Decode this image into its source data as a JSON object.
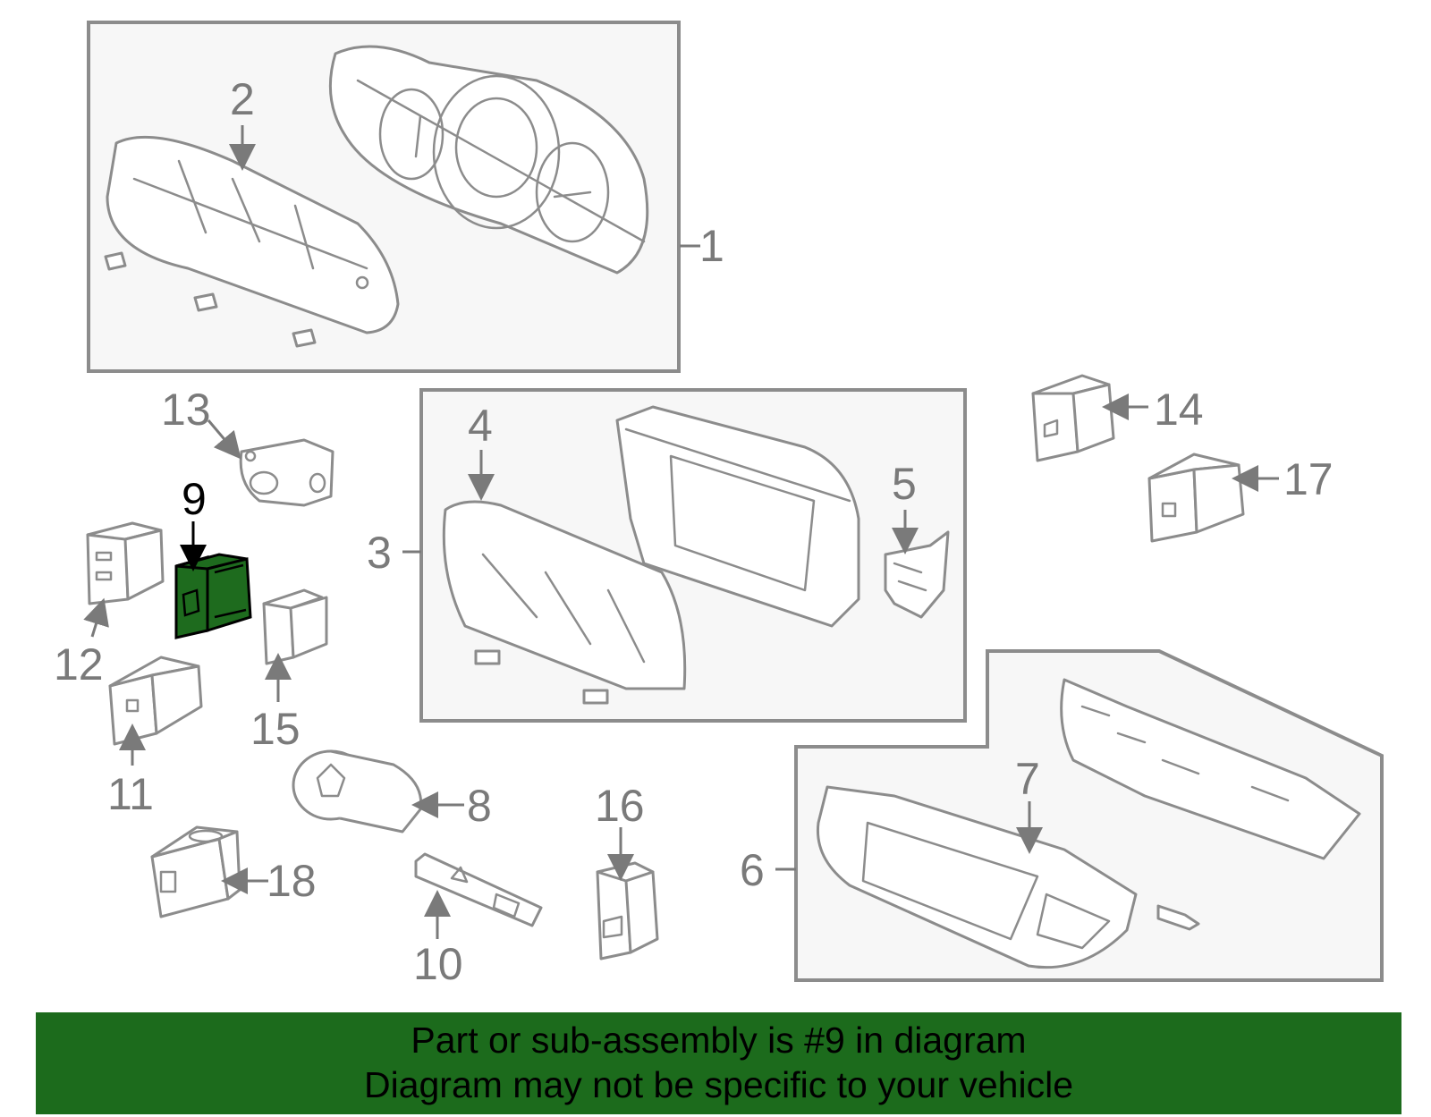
{
  "callouts": {
    "c1": "1",
    "c2": "2",
    "c3": "3",
    "c4": "4",
    "c5": "5",
    "c6": "6",
    "c7": "7",
    "c8": "8",
    "c9": "9",
    "c10": "10",
    "c11": "11",
    "c12": "12",
    "c13": "13",
    "c14": "14",
    "c15": "15",
    "c16": "16",
    "c17": "17",
    "c18": "18"
  },
  "highlight": {
    "part_number": "9",
    "color": "#1e6b1e"
  },
  "banner": {
    "line1": "Part or sub-assembly is #9 in diagram",
    "line2": "Diagram may not be specific to your vehicle",
    "background": "#1c6b1c"
  }
}
